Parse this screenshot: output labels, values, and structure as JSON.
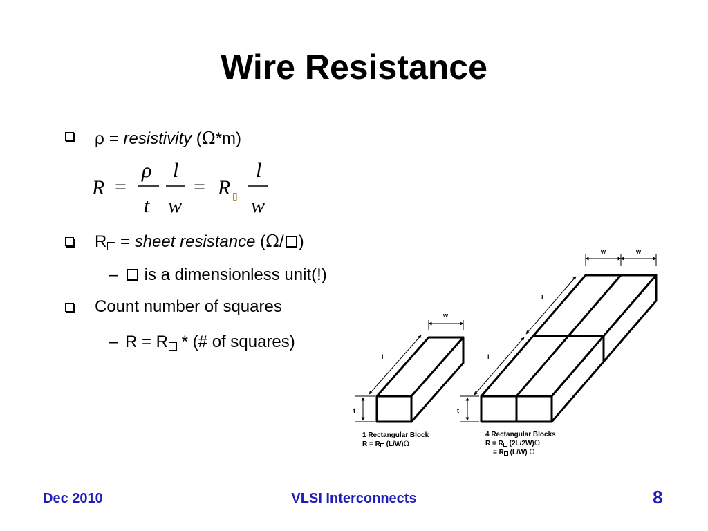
{
  "slide": {
    "title": "Wire Resistance"
  },
  "bullets": {
    "b1": {
      "rho": "ρ",
      "eq": " = ",
      "term": "resistivity",
      "unit_open": " (",
      "omega": "Ω",
      "unit_rest": "*m)"
    },
    "formula": {
      "R": "R",
      "eq": "=",
      "rho": "ρ",
      "l": "l",
      "t": "t",
      "w": "w",
      "Rsq": "R",
      "missing_glyph": "▯"
    },
    "b2": {
      "R": "R",
      "eq": " = ",
      "term": "sheet resistance",
      "unit_open": " (",
      "omega": "Ω",
      "slash": "/",
      "close": ")"
    },
    "b2_sub": {
      "dash": "–",
      "text": " is a dimensionless unit(!)"
    },
    "b3": {
      "text": "Count number of squares"
    },
    "b3_sub": {
      "dash": "–",
      "prefix": "R = R",
      "suffix": " * (# of squares)"
    }
  },
  "diagram": {
    "labels": {
      "w": "w",
      "l": "l",
      "t": "t"
    },
    "caption_single": {
      "line1": "1 Rectangular Block",
      "line2a": "R = R",
      "line2b": "(L/W)",
      "omega": "Ω"
    },
    "caption_multi": {
      "line1": "4 Rectangular Blocks",
      "line2a": "R = R",
      "line2b": "(2L/2W)",
      "line3a": "= R",
      "line3b": "(L/W)",
      "omega": "Ω"
    }
  },
  "footer": {
    "date": "Dec 2010",
    "course": "VLSI Interconnects",
    "page": "8"
  },
  "colors": {
    "footer_text": "#1f1fb8"
  }
}
